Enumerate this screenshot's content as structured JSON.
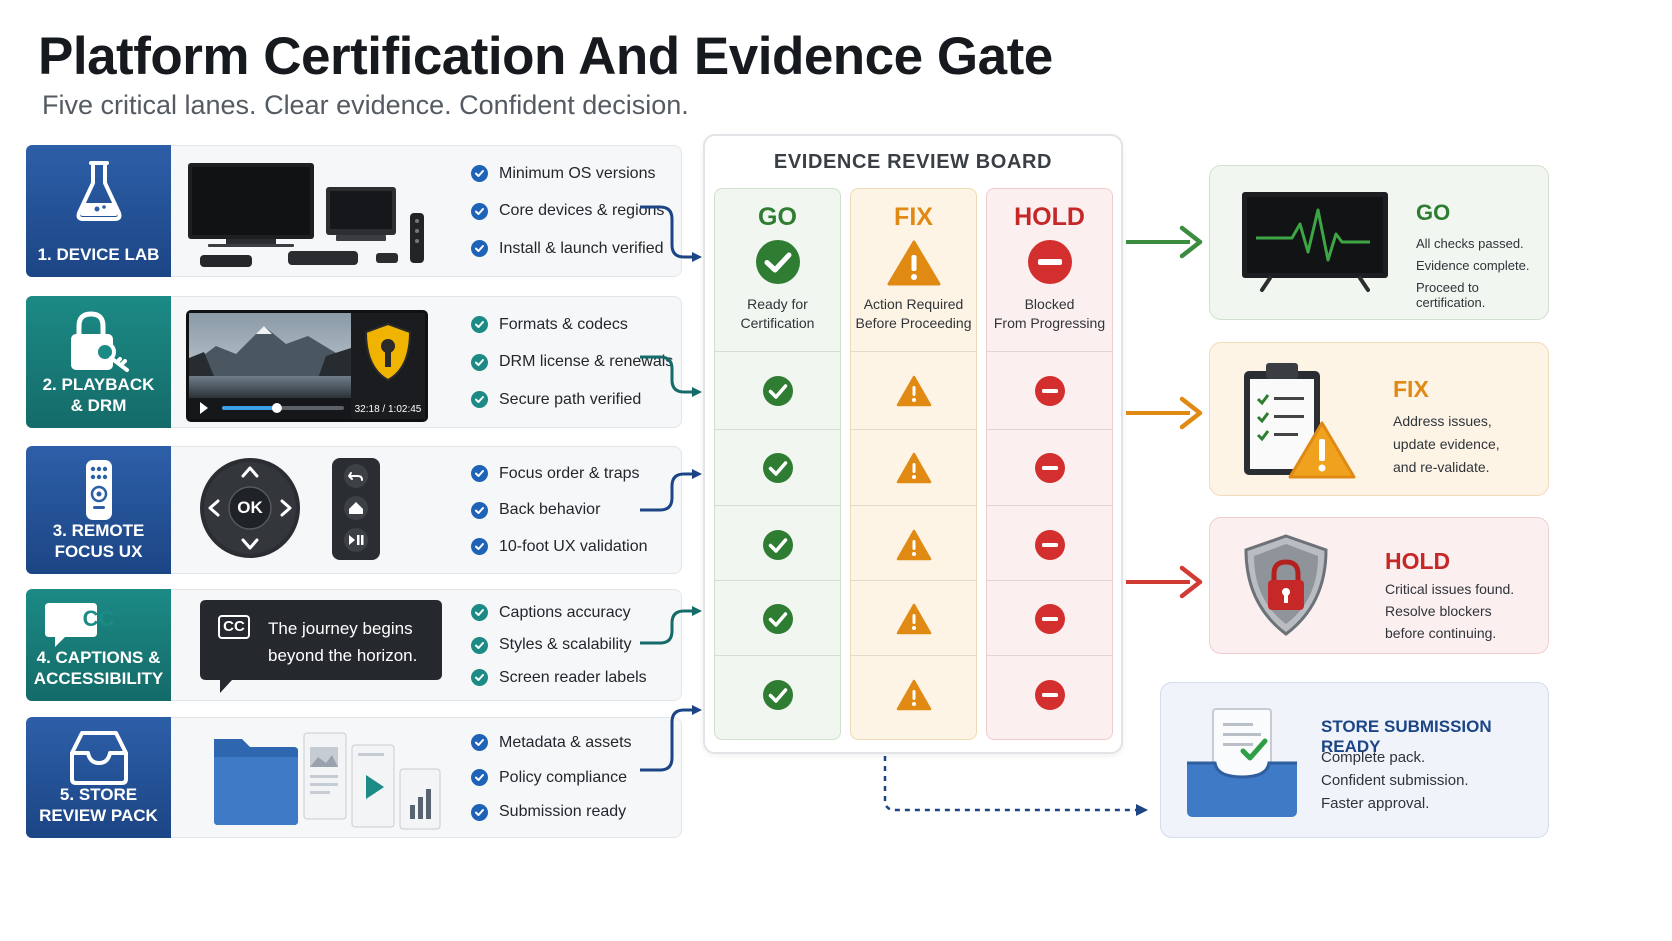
{
  "header": {
    "title": "Platform Certification And Evidence Gate",
    "subtitle": "Five critical lanes. Clear evidence. Confident decision."
  },
  "lanes": [
    {
      "label_line1": "1. DEVICE LAB",
      "label_line2": "",
      "icon": "flask-icon",
      "items": [
        "Minimum OS versions",
        "Core devices & regions",
        "Install & launch verified"
      ]
    },
    {
      "label_line1": "2. PLAYBACK",
      "label_line2": "& DRM",
      "icon": "lock-key-icon",
      "player_time": "32:18 / 1:02:45",
      "player_progress": 0.45,
      "items": [
        "Formats & codecs",
        "DRM license & renewals",
        "Secure path verified"
      ]
    },
    {
      "label_line1": "3. REMOTE",
      "label_line2": "FOCUS UX",
      "icon": "remote-icon",
      "dpad_label": "OK",
      "items": [
        "Focus order & traps",
        "Back behavior",
        "10-foot UX validation"
      ]
    },
    {
      "label_line1": "4. CAPTIONS &",
      "label_line2": "ACCESSIBILITY",
      "icon": "cc-icon",
      "badge_text": "CC",
      "caption_badge": "CC",
      "caption_line1": "The journey begins",
      "caption_line2": "beyond the horizon.",
      "items": [
        "Captions accuracy",
        "Styles & scalability",
        "Screen reader labels"
      ]
    },
    {
      "label_line1": "5. STORE",
      "label_line2": "REVIEW PACK",
      "icon": "inbox-icon",
      "items": [
        "Metadata & assets",
        "Policy compliance",
        "Submission ready"
      ]
    }
  ],
  "board": {
    "title": "EVIDENCE REVIEW BOARD",
    "columns": [
      {
        "key": "go",
        "label": "GO",
        "desc_line1": "Ready for",
        "desc_line2": "Certification",
        "color": "#2e7d32"
      },
      {
        "key": "fix",
        "label": "FIX",
        "desc_line1": "Action Required",
        "desc_line2": "Before Proceeding",
        "color": "#e08a14"
      },
      {
        "key": "hold",
        "label": "HOLD",
        "desc_line1": "Blocked",
        "desc_line2": "From Progressing",
        "color": "#c62828"
      }
    ]
  },
  "outcomes": {
    "go": {
      "title": "GO",
      "lines": [
        "All checks passed.",
        "Evidence complete.",
        "Proceed to certification."
      ]
    },
    "fix": {
      "title": "FIX",
      "lines": [
        "Address issues,",
        "update evidence,",
        "and re-validate."
      ]
    },
    "hold": {
      "title": "HOLD",
      "lines": [
        "Critical issues found.",
        "Resolve blockers",
        "before continuing."
      ]
    },
    "store": {
      "title": "STORE SUBMISSION READY",
      "lines": [
        "Complete pack.",
        "Confident submission.",
        "Faster approval."
      ]
    }
  },
  "colors": {
    "blue": "#1c4585",
    "teal": "#146b69",
    "go": "#2e7d32",
    "fix": "#e08a14",
    "hold": "#c62828"
  }
}
